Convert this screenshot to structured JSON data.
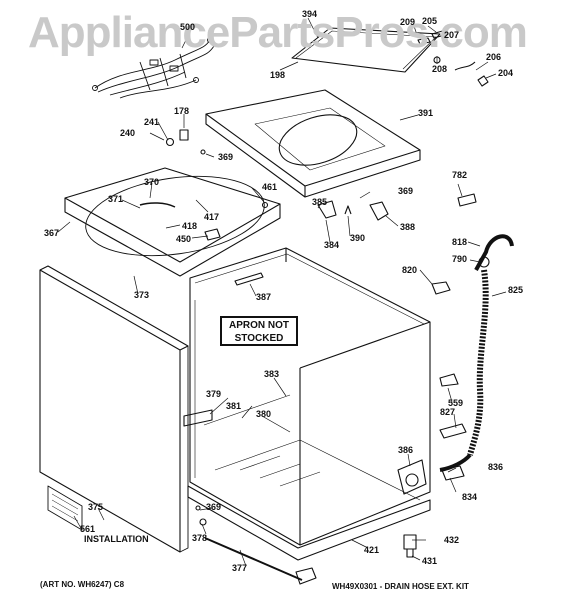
{
  "watermark": "AppliancePartsPros.com",
  "apron_note": [
    "APRON NOT",
    "STOCKED"
  ],
  "installation_label": "INSTALLATION",
  "art_number": "(ART NO. WH6247) C8",
  "drain_hose_kit": "WH49X0301 - DRAIN HOSE EXT. KIT",
  "part_labels": [
    "500",
    "394",
    "209",
    "205",
    "207",
    "198",
    "208",
    "206",
    "204",
    "178",
    "241",
    "240",
    "369",
    "391",
    "782",
    "370",
    "461",
    "371",
    "417",
    "385",
    "369",
    "367",
    "418",
    "450",
    "384",
    "390",
    "388",
    "818",
    "790",
    "373",
    "387",
    "820",
    "825",
    "383",
    "559",
    "379",
    "381",
    "380",
    "827",
    "386",
    "836",
    "834",
    "375",
    "369",
    "378",
    "561",
    "377",
    "421",
    "432",
    "431"
  ]
}
